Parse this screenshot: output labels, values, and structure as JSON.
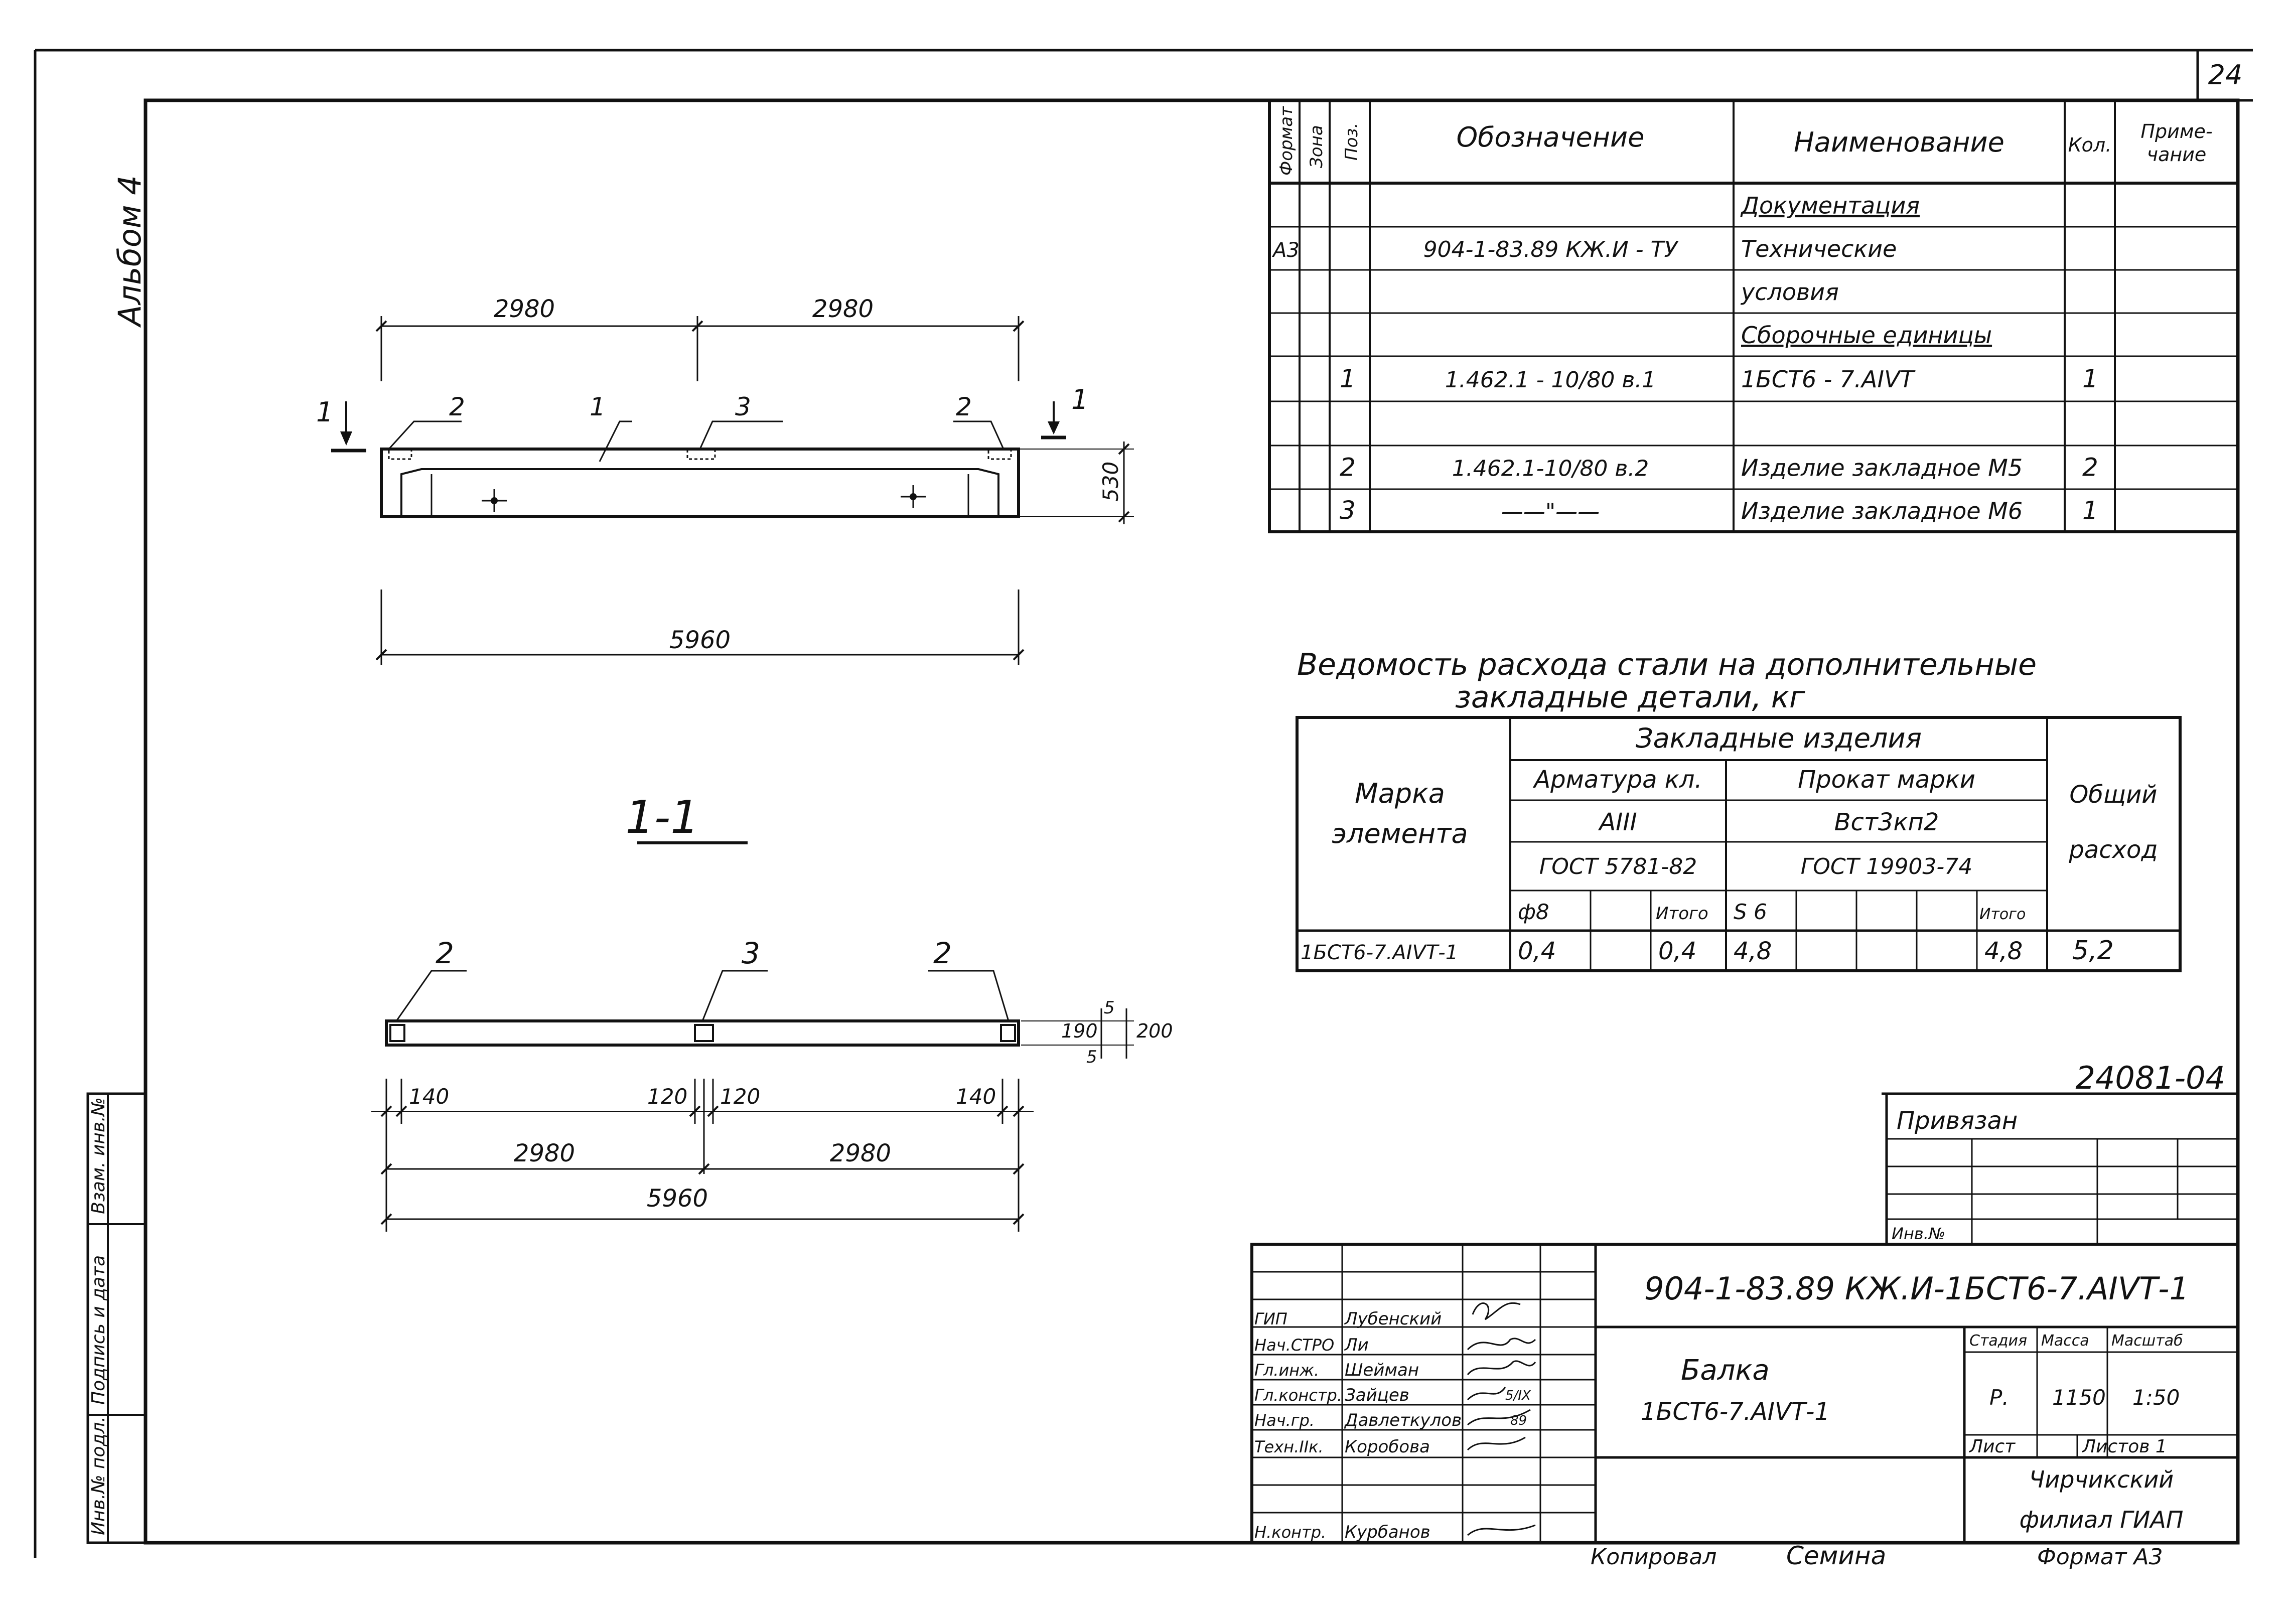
{
  "sheet_number": "24",
  "album_label": "Альбом 4",
  "spec": {
    "headers": {
      "format": "Формат",
      "zone": "Зона",
      "pos": "Поз.",
      "designation": "Обозначение",
      "name": "Наименование",
      "qty": "Кол.",
      "note": "Приме-\nчание"
    },
    "rows": [
      {
        "format": "",
        "pos": "",
        "designation": "",
        "name": "Документация",
        "qty": "",
        "underline": true
      },
      {
        "format": "А3",
        "pos": "",
        "designation": "904-1-83.89 КЖ.И - ТУ",
        "name": "Технические",
        "qty": ""
      },
      {
        "format": "",
        "pos": "",
        "designation": "",
        "name": "условия",
        "qty": ""
      },
      {
        "format": "",
        "pos": "",
        "designation": "",
        "name": "Сборочные единицы",
        "qty": "",
        "underline": true
      },
      {
        "format": "",
        "pos": "1",
        "designation": "1.462.1 - 10/80 в.1",
        "name": "1БСТ6 - 7.АIVТ",
        "qty": "1"
      },
      {
        "format": "",
        "pos": "",
        "designation": "",
        "name": "",
        "qty": ""
      },
      {
        "format": "",
        "pos": "2",
        "designation": "1.462.1-10/80 в.2",
        "name": "Изделие закладное  М5",
        "qty": "2"
      },
      {
        "format": "",
        "pos": "3",
        "designation": "——\"——",
        "name": "Изделие закладное  М6",
        "qty": "1"
      }
    ]
  },
  "steel": {
    "title_line1": "Ведомость расхода стали на дополнительные",
    "title_line2": "закладные детали, кг",
    "col_mark": "Марка\nэлемента",
    "col_embedded": "Закладные изделия",
    "col_rebar": "Арматура кл.",
    "rebar_class": "АIII",
    "rebar_gost": "ГОСТ 5781-82",
    "col_rolled": "Прокат марки",
    "rolled_grade": "Вст3кп2",
    "rolled_gost": "ГОСТ 19903-74",
    "col_total": "Общий\nрасход",
    "sub_d8": "ф8",
    "sub_total": "Итого",
    "sub_s6": "S 6",
    "row": {
      "mark": "1БСТ6-7.АIVТ-1",
      "d8": "0,4",
      "rebar_total": "0,4",
      "s6": "4,8",
      "rolled_total": "4,8",
      "total": "5,2"
    }
  },
  "drawing": {
    "dim_top_left": "2980",
    "dim_top_right": "2980",
    "dim_overall": "5960",
    "dim_height": "530",
    "section_label": "1",
    "section_title": "1-1",
    "pos_labels": [
      "2",
      "1",
      "3",
      "2"
    ],
    "sec_pos_labels": [
      "2",
      "3",
      "2"
    ],
    "sec_dims": {
      "d140a": "140",
      "d120a": "120",
      "d120b": "120",
      "d140b": "140",
      "d2980a": "2980",
      "d2980b": "2980",
      "d5960": "5960",
      "d190": "190",
      "d5a": "5",
      "d5b": "5",
      "d200": "200"
    }
  },
  "stamp": {
    "doc_number": "24081-04",
    "bound_label": "Привязан",
    "inv_label": "Инв.№",
    "code": "904-1-83.89 КЖ.И-1БСТ6-7.АIVТ-1",
    "title_line1": "Балка",
    "title_line2": "1БСТ6-7.АIVТ-1",
    "stage_label": "Стадия",
    "mass_label": "Масса",
    "scale_label": "Масштаб",
    "stage": "Р.",
    "mass": "1150",
    "scale": "1:50",
    "sheet_label": "Лист",
    "sheets_label": "Листов 1",
    "org_line1": "Чирчикский",
    "org_line2": "филиал ГИАП",
    "people": [
      {
        "role": "ГИП",
        "name": "Лубенский"
      },
      {
        "role": "Нач.СТРО",
        "name": "Ли"
      },
      {
        "role": "Гл.инж.",
        "name": "Шейман"
      },
      {
        "role": "Гл.констр.",
        "name": "Зайцев"
      },
      {
        "role": "Нач.гр.",
        "name": "Давлеткулов"
      },
      {
        "role": "Техн.IIк.",
        "name": "Коробова"
      },
      {
        "role": "Н.контр.",
        "name": "Курбанов"
      }
    ],
    "date_mark1": "5/IX",
    "date_mark2": "89",
    "copied_label": "Копировал",
    "copied_name": "Семина",
    "format_label": "Формат А3"
  },
  "side_stamp": [
    "Инв.№ подл.",
    "Подпись и дата",
    "Взам. инв.№"
  ]
}
